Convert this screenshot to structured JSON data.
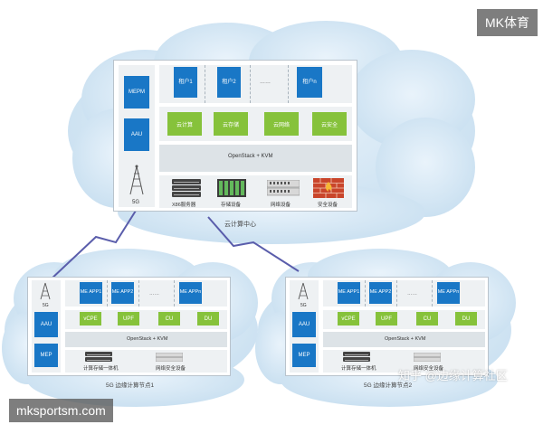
{
  "watermark_top": "MK体育",
  "watermark_bottom": "mksportsm.com",
  "zhihu_watermark": "知乎 @边缘计算社区",
  "center": {
    "caption": "云计算中心",
    "left_blocks": [
      "MEPM",
      "AAU"
    ],
    "antenna_label": "5G",
    "tenants": [
      "租户1",
      "租户2",
      "……",
      "租户n"
    ],
    "services": [
      "云计算",
      "云存储",
      "云网络",
      "云安全"
    ],
    "platform": "OpenStack + KVM",
    "hardware": [
      "X86服务器",
      "存储设备",
      "网络设备",
      "安全设备"
    ]
  },
  "edge1": {
    "caption": "5G 边缘计算节点1",
    "antenna_label": "5G",
    "left_blocks": [
      "AAU",
      "MEP"
    ],
    "apps": [
      "ME APP1",
      "ME APP2",
      "……",
      "ME APPn"
    ],
    "functions": [
      "vCPE",
      "UPF",
      "CU",
      "DU"
    ],
    "platform": "OpenStack + KVM",
    "hardware": [
      "计算存储一体机",
      "网络安全设备"
    ]
  },
  "edge2": {
    "caption": "5G 边缘计算节点2",
    "antenna_label": "5G",
    "left_blocks": [
      "AAU",
      "MEP"
    ],
    "apps": [
      "ME APP1",
      "ME APP2",
      "……",
      "ME APPn"
    ],
    "functions": [
      "vCPE",
      "UPF",
      "CU",
      "DU"
    ],
    "platform": "OpenStack + KVM",
    "hardware": [
      "计算存储一体机",
      "网络安全设备"
    ]
  }
}
